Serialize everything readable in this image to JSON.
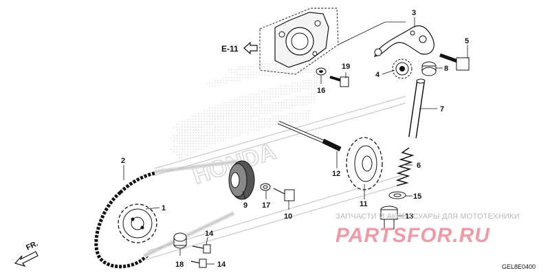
{
  "diagram": {
    "ref_label": "E-11",
    "front_label": "FR.",
    "brand_watermark": "HONDA",
    "watermark_caption": "ЗАПЧАСТИ И АКСЕССУАРЫ ДЛЯ МОТОТЕХНИКИ",
    "watermark_logo": "PARTSFOR.RU",
    "diagram_code": "GEL8E0400",
    "callouts": [
      {
        "id": "c1",
        "label": "1"
      },
      {
        "id": "c2",
        "label": "2"
      },
      {
        "id": "c3",
        "label": "3"
      },
      {
        "id": "c4",
        "label": "4"
      },
      {
        "id": "c5",
        "label": "5"
      },
      {
        "id": "c6",
        "label": "6"
      },
      {
        "id": "c7",
        "label": "7"
      },
      {
        "id": "c8",
        "label": "8"
      },
      {
        "id": "c9",
        "label": "9"
      },
      {
        "id": "c10",
        "label": "10"
      },
      {
        "id": "c11",
        "label": "11"
      },
      {
        "id": "c12",
        "label": "12"
      },
      {
        "id": "c13",
        "label": "13"
      },
      {
        "id": "c14a",
        "label": "14"
      },
      {
        "id": "c14b",
        "label": "14"
      },
      {
        "id": "c15",
        "label": "15"
      },
      {
        "id": "c16",
        "label": "16"
      },
      {
        "id": "c17",
        "label": "17"
      },
      {
        "id": "c18",
        "label": "18"
      },
      {
        "id": "c19",
        "label": "19"
      }
    ],
    "colors": {
      "line": "#111111",
      "wing_watermark": "#d8d8d8",
      "logo_watermark": "#ef9aa6",
      "caption_watermark": "#b9b9b9"
    }
  }
}
